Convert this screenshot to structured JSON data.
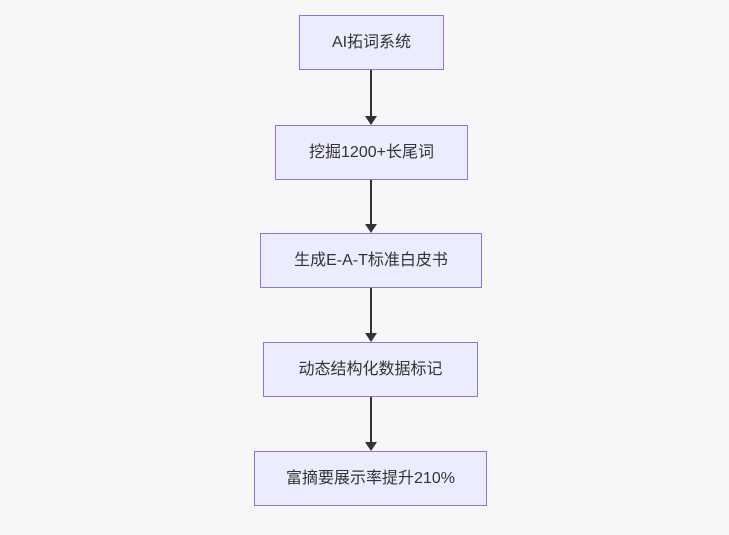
{
  "diagram": {
    "type": "flowchart",
    "direction": "top-down",
    "node_fill_color": "#ECECFF",
    "node_border_color": "#9370DB",
    "arrow_color": "#333333",
    "text_color": "#333333",
    "background_color": "#f7f7f7",
    "nodes": [
      {
        "id": "n1",
        "label": "AI拓词系统"
      },
      {
        "id": "n2",
        "label": "挖掘1200+长尾词"
      },
      {
        "id": "n3",
        "label": "生成E-A-T标准白皮书"
      },
      {
        "id": "n4",
        "label": "动态结构化数据标记"
      },
      {
        "id": "n5",
        "label": "富摘要展示率提升210%"
      }
    ],
    "edges": [
      {
        "from": "n1",
        "to": "n2"
      },
      {
        "from": "n2",
        "to": "n3"
      },
      {
        "from": "n3",
        "to": "n4"
      },
      {
        "from": "n4",
        "to": "n5"
      }
    ]
  }
}
